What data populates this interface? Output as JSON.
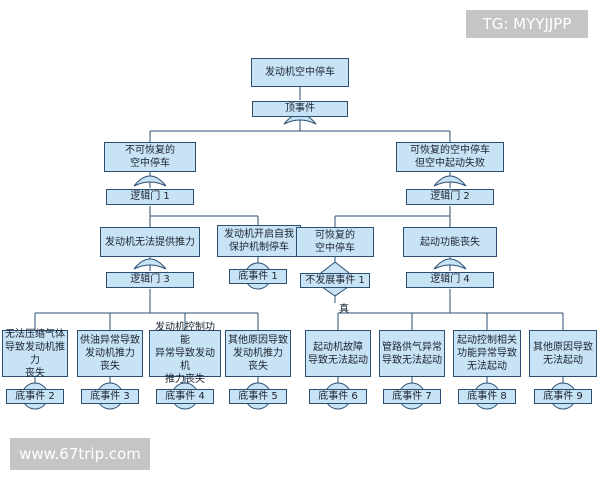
{
  "watermarks": {
    "top": "TG: MYYJJPP",
    "bottom": "www.67trip.com"
  },
  "top_event": {
    "title": "发动机空中停车",
    "tag": "顶事件"
  },
  "level1": [
    {
      "title": "不可恢复的\n空中停车",
      "gate": "逻辑门 1"
    },
    {
      "title": "可恢复的空中停车\n但空中起动失败",
      "gate": "逻辑门 2"
    }
  ],
  "level2": [
    {
      "title": "发动机无法提供推力",
      "gate": "逻辑门 3"
    },
    {
      "title": "发动机开启自我\n保护机制停车",
      "tag": "底事件 1"
    },
    {
      "title": "可恢复的\n空中停车",
      "tag": "不发展事件 1"
    },
    {
      "title": "起动功能丧失",
      "gate": "逻辑门 4"
    }
  ],
  "true_label": "真",
  "leaves": [
    {
      "title": "无法压缩气体\n导致发动机推力\n丧失",
      "tag": "底事件 2"
    },
    {
      "title": "供油异常导致\n发动机推力\n丧失",
      "tag": "底事件 3"
    },
    {
      "title": "发动机控制功能\n异常导致发动机\n推力丧失",
      "tag": "底事件 4"
    },
    {
      "title": "其他原因导致\n发动机推力\n丧失",
      "tag": "底事件 5"
    },
    {
      "title": "起动机故障\n导致无法起动",
      "tag": "底事件 6"
    },
    {
      "title": "管路供气异常\n导致无法起动",
      "tag": "底事件 7"
    },
    {
      "title": "起动控制相关\n功能异常导致\n无法起动",
      "tag": "底事件 8"
    },
    {
      "title": "其他原因导致\n无法起动",
      "tag": "底事件 9"
    }
  ],
  "colors": {
    "fill": "#c9e3f6",
    "stroke": "#2b4f70"
  }
}
